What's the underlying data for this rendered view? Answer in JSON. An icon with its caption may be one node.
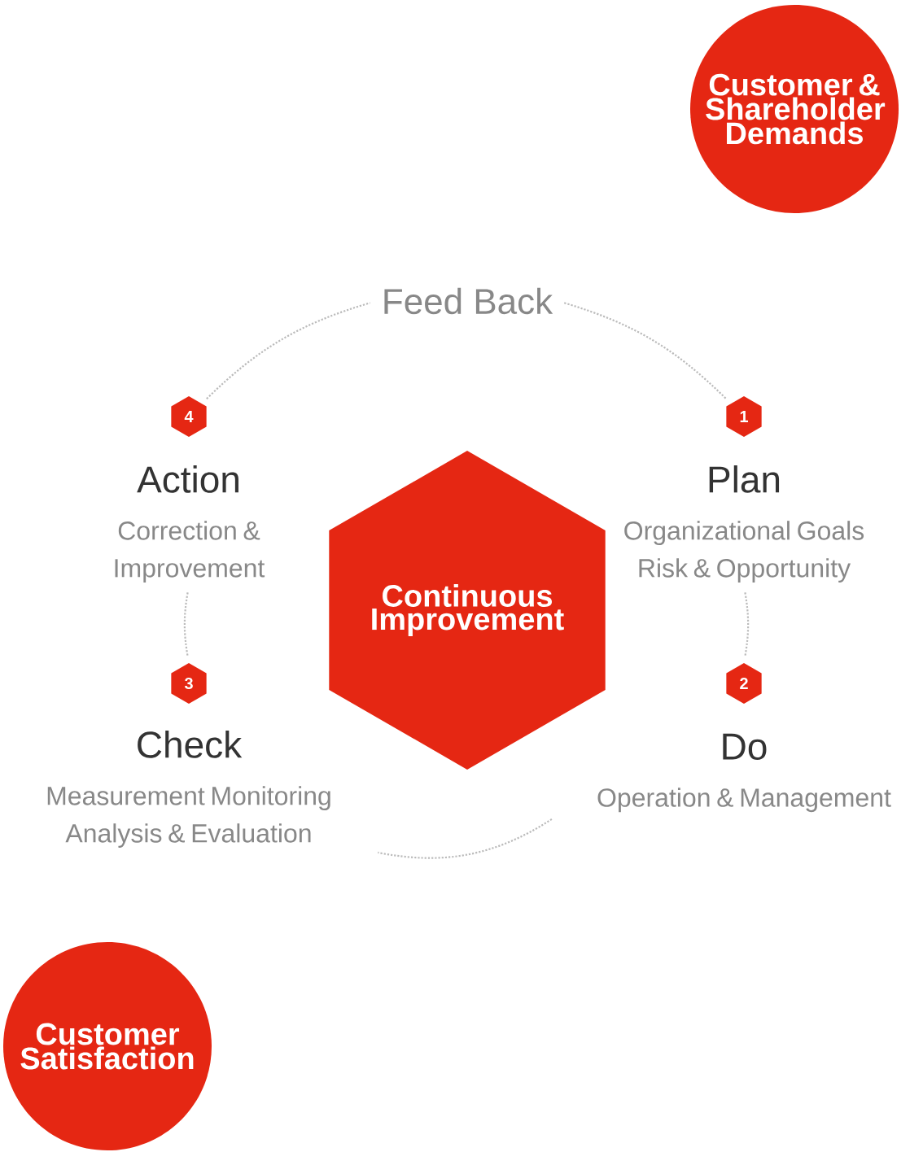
{
  "diagram": {
    "nodes": [
      {
        "text": [
          "Customer & Shareholder Demands"
        ]
      },
      {
        "text": [
          "Feed Back"
        ]
      },
      {
        "text": [
          "4"
        ]
      },
      {
        "text": [
          "1"
        ]
      },
      {
        "text": [
          "Action",
          "Correction & Improvement"
        ]
      },
      {
        "text": [
          "Continuous Improvement"
        ]
      },
      {
        "text": [
          "Plan",
          "Organizational Goals Risk & Opportunity"
        ]
      },
      {
        "text": [
          "3"
        ]
      },
      {
        "text": [
          "2"
        ]
      },
      {
        "text": [
          "Check",
          "Measurement Monitoring Analysis & Evaluation"
        ]
      },
      {
        "text": [
          "Do",
          "Operation & Management"
        ]
      },
      {
        "text": [
          "Customer Satisfaction"
        ]
      }
    ],
    "edges": [
      {
        "from": 1,
        "to": 3,
        "arrow": "none"
      },
      {
        "from": 6,
        "to": 8,
        "arrow": "none"
      },
      {
        "from": 10,
        "to": 9,
        "arrow": "none"
      },
      {
        "from": 4,
        "to": 7,
        "arrow": "none"
      },
      {
        "from": 2,
        "to": 1,
        "arrow": "none"
      }
    ]
  }
}
